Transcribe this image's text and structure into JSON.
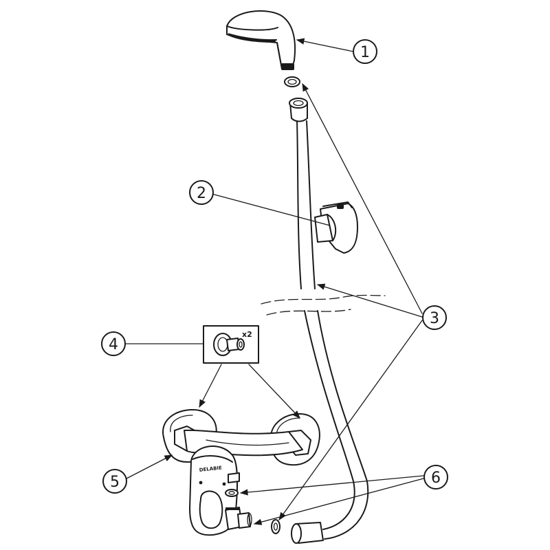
{
  "callouts": [
    {
      "id": "1",
      "label": "1"
    },
    {
      "id": "2",
      "label": "2"
    },
    {
      "id": "3",
      "label": "3"
    },
    {
      "id": "4",
      "label": "4"
    },
    {
      "id": "5",
      "label": "5"
    },
    {
      "id": "6",
      "label": "6"
    }
  ],
  "quantity_label": "x2",
  "brand_label": "DELABIE"
}
